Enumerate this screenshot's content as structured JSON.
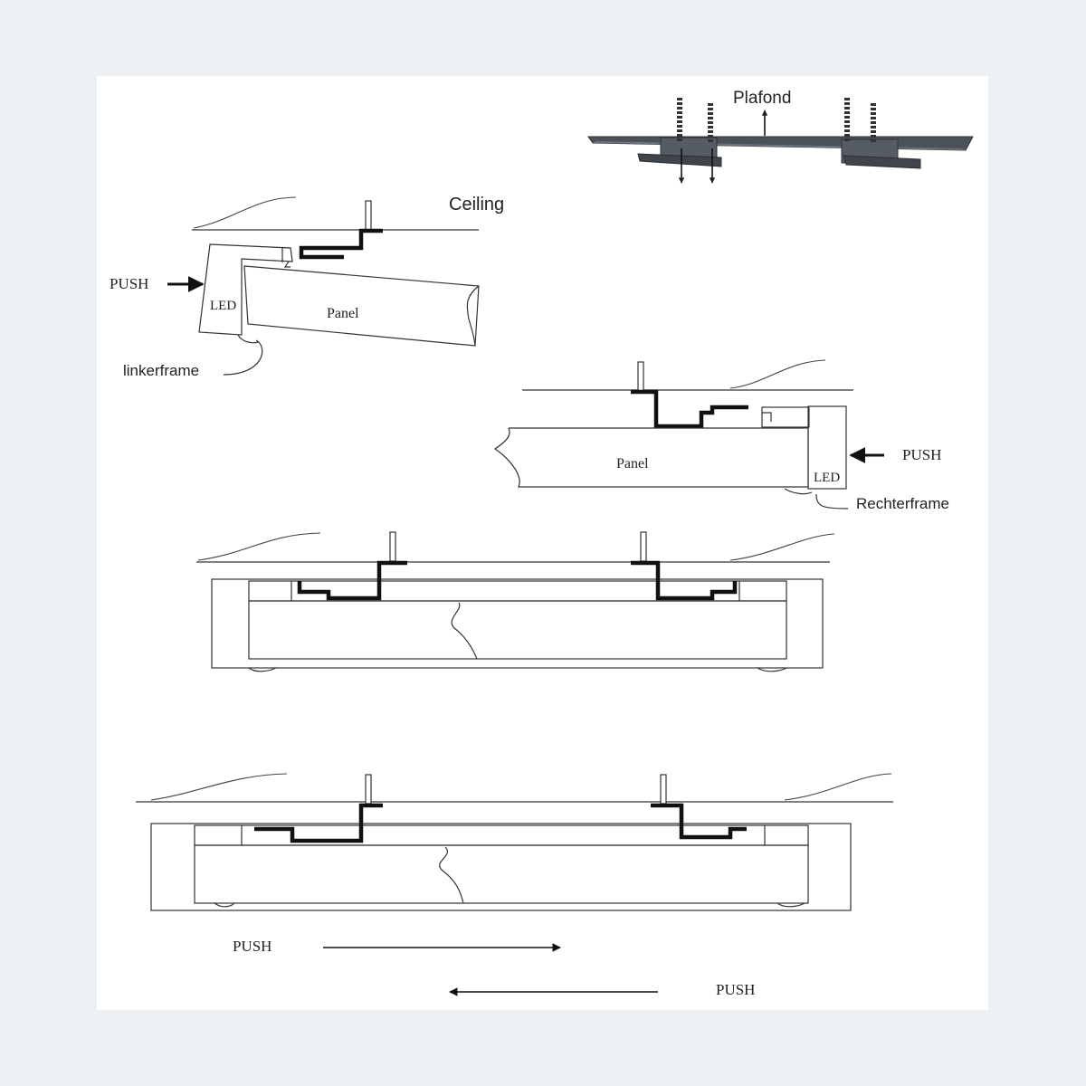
{
  "top_view": {
    "ceiling_label": "Plafond"
  },
  "step1": {
    "ceiling_label": "Ceiling",
    "push_label": "PUSH",
    "led_label": "LED",
    "panel_label": "Panel",
    "frame_label": "linkerframe"
  },
  "step2": {
    "panel_label": "Panel",
    "push_label": "PUSH",
    "led_label": "LED",
    "frame_label": "Rechterframe"
  },
  "step4": {
    "push_right_label": "PUSH",
    "push_left_label": "PUSH"
  }
}
